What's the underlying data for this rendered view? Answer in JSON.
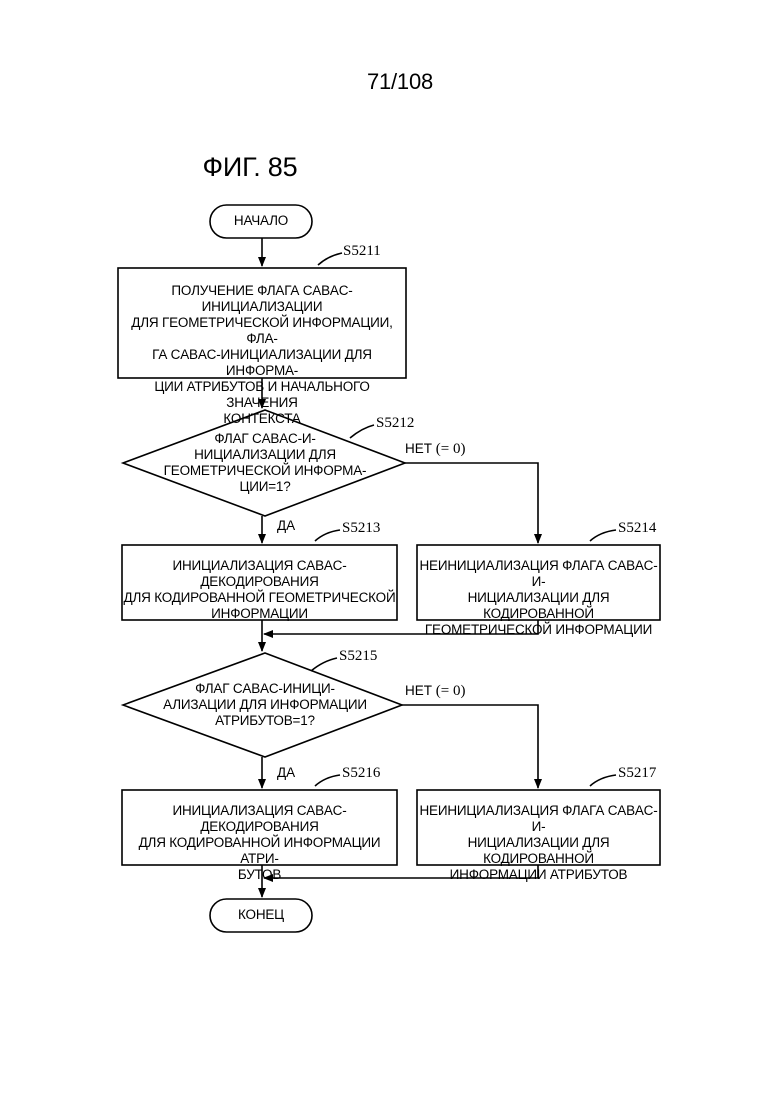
{
  "page_number": "71/108",
  "figure_title": "ФИГ. 85",
  "terminals": {
    "start": "НАЧАЛО",
    "end": "КОНЕЦ"
  },
  "steps": {
    "s5211": {
      "label": "S5211",
      "text": "ПОЛУЧЕНИЕ ФЛАГА CABAC-ИНИЦИАЛИЗАЦИИ\nДЛЯ ГЕОМЕТРИЧЕСКОЙ ИНФОРМАЦИИ, ФЛА-\nГА CABAC-ИНИЦИАЛИЗАЦИИ ДЛЯ ИНФОРМА-\nЦИИ АТРИБУТОВ И НАЧАЛЬНОГО ЗНАЧЕНИЯ\nКОНТЕКСТА"
    },
    "s5212": {
      "label": "S5212",
      "text": "ФЛАГ CABAC-И-\nНИЦИАЛИЗАЦИИ ДЛЯ\nГЕОМЕТРИЧЕСКОЙ ИНФОРМА-\nЦИИ=1?"
    },
    "s5213": {
      "label": "S5213",
      "text": "ИНИЦИАЛИЗАЦИЯ CABAC-ДЕКОДИРОВАНИЯ\nДЛЯ КОДИРОВАННОЙ ГЕОМЕТРИЧЕСКОЙ\nИНФОРМАЦИИ"
    },
    "s5214": {
      "label": "S5214",
      "text": "НЕИНИЦИАЛИЗАЦИЯ ФЛАГА CABAC-И-\nНИЦИАЛИЗАЦИИ ДЛЯ КОДИРОВАННОЙ\nГЕОМЕТРИЧЕСКОЙ ИНФОРМАЦИИ"
    },
    "s5215": {
      "label": "S5215",
      "text": "ФЛАГ CABAC-ИНИЦИ-\nАЛИЗАЦИИ ДЛЯ ИНФОРМАЦИИ\nАТРИБУТОВ=1?"
    },
    "s5216": {
      "label": "S5216",
      "text": "ИНИЦИАЛИЗАЦИЯ CABAC-ДЕКОДИРОВАНИЯ\nДЛЯ КОДИРОВАННОЙ ИНФОРМАЦИИ АТРИ-\nБУТОВ"
    },
    "s5217": {
      "label": "S5217",
      "text": "НЕИНИЦИАЛИЗАЦИЯ ФЛАГА CABAC-И-\nНИЦИАЛИЗАЦИИ ДЛЯ КОДИРОВАННОЙ\nИНФОРМАЦИИ АТРИБУТОВ"
    }
  },
  "branches": {
    "yes": "ДА",
    "no": "НЕТ",
    "no_value": "(= 0)"
  }
}
